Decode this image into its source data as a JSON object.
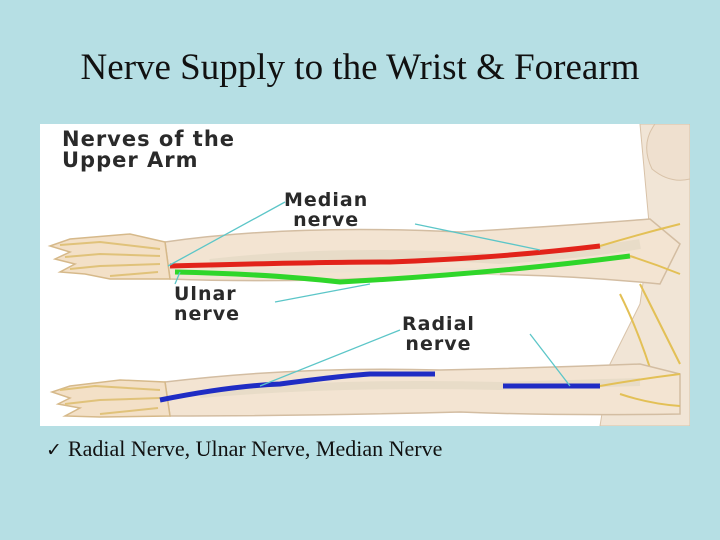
{
  "slide": {
    "title": "Nerve Supply to the Wrist & Forearm",
    "bullet_icon": "check-mark-icon",
    "bullet_text": "Radial Nerve, Ulnar Nerve, Median Nerve"
  },
  "figure": {
    "heading_line1": "Nerves of the",
    "heading_line2": "Upper Arm",
    "median_line1": "Median",
    "median_line2": "nerve",
    "ulnar_line1": "Ulnar",
    "ulnar_line2": "nerve",
    "radial_line1": "Radial",
    "radial_line2": "nerve"
  },
  "colors": {
    "background": "#b6dfe4",
    "median_nerve": "#e2231a",
    "ulnar_nerve": "#2fd62a",
    "radial_nerve": "#1f2cc4",
    "leader_line": "#5cc6c8",
    "skin": "#f3e4d2"
  }
}
